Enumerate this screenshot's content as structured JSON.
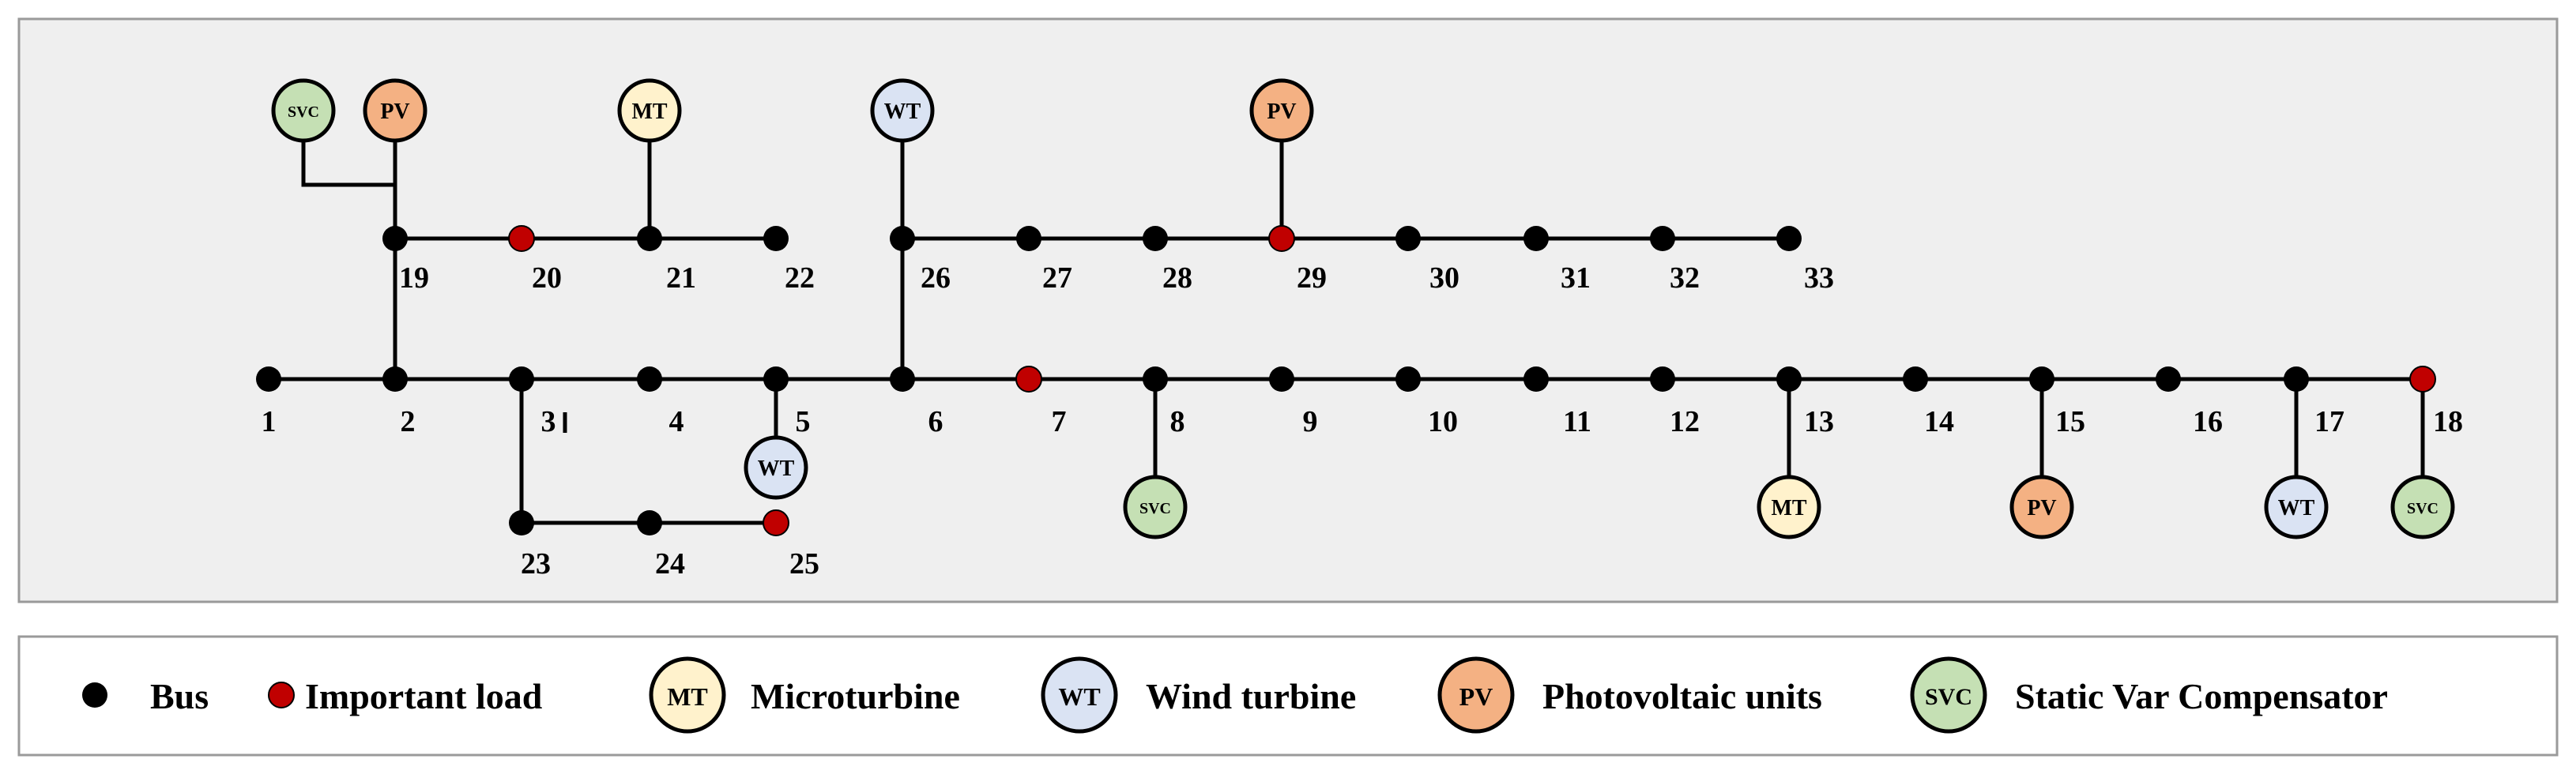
{
  "colors": {
    "panel_bg": "#efefef",
    "panel_border": "#9a9a9a",
    "line": "#000000",
    "bus": "#000000",
    "important": "#c00000",
    "MT": "#fff2cc",
    "WT": "#dae3f3",
    "PV": "#f4b183",
    "SVC": "#c5e0b4"
  },
  "buses": [
    {
      "id": "1",
      "label": "1"
    },
    {
      "id": "2",
      "label": "2"
    },
    {
      "id": "3",
      "label": "3"
    },
    {
      "id": "4",
      "label": "4"
    },
    {
      "id": "5",
      "label": "5"
    },
    {
      "id": "6",
      "label": "6"
    },
    {
      "id": "7",
      "label": "7",
      "important": true
    },
    {
      "id": "8",
      "label": "8"
    },
    {
      "id": "9",
      "label": "9"
    },
    {
      "id": "10",
      "label": "10"
    },
    {
      "id": "11",
      "label": "11"
    },
    {
      "id": "12",
      "label": "12"
    },
    {
      "id": "13",
      "label": "13"
    },
    {
      "id": "14",
      "label": "14"
    },
    {
      "id": "15",
      "label": "15"
    },
    {
      "id": "16",
      "label": "16"
    },
    {
      "id": "17",
      "label": "17"
    },
    {
      "id": "18",
      "label": "18",
      "important": true
    },
    {
      "id": "19",
      "label": "19"
    },
    {
      "id": "20",
      "label": "20",
      "important": true
    },
    {
      "id": "21",
      "label": "21"
    },
    {
      "id": "22",
      "label": "22"
    },
    {
      "id": "23",
      "label": "23"
    },
    {
      "id": "24",
      "label": "24"
    },
    {
      "id": "25",
      "label": "25",
      "important": true
    },
    {
      "id": "26",
      "label": "26"
    },
    {
      "id": "27",
      "label": "27"
    },
    {
      "id": "28",
      "label": "28"
    },
    {
      "id": "29",
      "label": "29",
      "important": true
    },
    {
      "id": "30",
      "label": "30"
    },
    {
      "id": "31",
      "label": "31"
    },
    {
      "id": "32",
      "label": "32"
    },
    {
      "id": "33",
      "label": "33"
    }
  ],
  "branches": [
    [
      "1",
      "2"
    ],
    [
      "2",
      "3"
    ],
    [
      "3",
      "4"
    ],
    [
      "4",
      "5"
    ],
    [
      "5",
      "6"
    ],
    [
      "6",
      "7"
    ],
    [
      "7",
      "8"
    ],
    [
      "8",
      "9"
    ],
    [
      "9",
      "10"
    ],
    [
      "10",
      "11"
    ],
    [
      "11",
      "12"
    ],
    [
      "12",
      "13"
    ],
    [
      "13",
      "14"
    ],
    [
      "14",
      "15"
    ],
    [
      "15",
      "16"
    ],
    [
      "16",
      "17"
    ],
    [
      "17",
      "18"
    ],
    [
      "2",
      "19"
    ],
    [
      "19",
      "20"
    ],
    [
      "20",
      "21"
    ],
    [
      "21",
      "22"
    ],
    [
      "3",
      "23"
    ],
    [
      "23",
      "24"
    ],
    [
      "24",
      "25"
    ],
    [
      "6",
      "26"
    ],
    [
      "26",
      "27"
    ],
    [
      "27",
      "28"
    ],
    [
      "28",
      "29"
    ],
    [
      "29",
      "30"
    ],
    [
      "30",
      "31"
    ],
    [
      "31",
      "32"
    ],
    [
      "32",
      "33"
    ]
  ],
  "devices": [
    {
      "type": "SVC",
      "label": "SVC",
      "bus": "19"
    },
    {
      "type": "PV",
      "label": "PV",
      "bus": "19"
    },
    {
      "type": "MT",
      "label": "MT",
      "bus": "21"
    },
    {
      "type": "WT",
      "label": "WT",
      "bus": "26"
    },
    {
      "type": "PV",
      "label": "PV",
      "bus": "29"
    },
    {
      "type": "WT",
      "label": "WT",
      "bus": "5"
    },
    {
      "type": "SVC",
      "label": "SVC",
      "bus": "8"
    },
    {
      "type": "MT",
      "label": "MT",
      "bus": "13"
    },
    {
      "type": "PV",
      "label": "PV",
      "bus": "15"
    },
    {
      "type": "WT",
      "label": "WT",
      "bus": "17"
    },
    {
      "type": "SVC",
      "label": "SVC",
      "bus": "18"
    }
  ],
  "legend": {
    "bus": "Bus",
    "important": "Important load",
    "mt_tag": "MT",
    "mt": "Microturbine",
    "wt_tag": "WT",
    "wt": "Wind turbine",
    "pv_tag": "PV",
    "pv": "Photovoltaic units",
    "svc_tag": "SVC",
    "svc": "Static Var Compensator"
  }
}
